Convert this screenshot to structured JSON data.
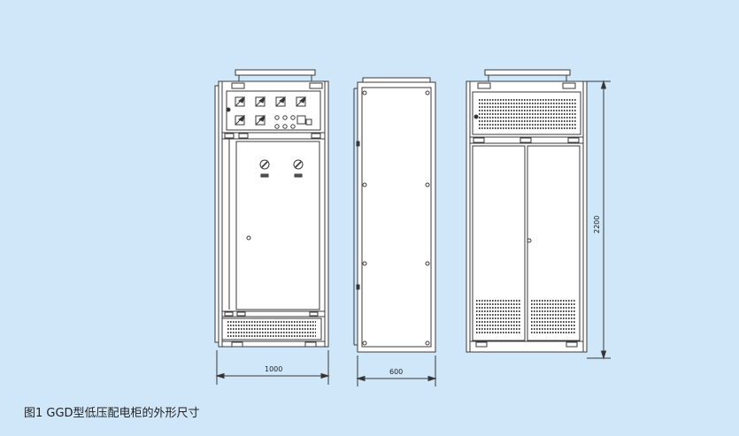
{
  "caption": "图1 GGD型低压配电柜的外形尺寸",
  "dimensions": {
    "front_width": "1000",
    "side_depth": "600",
    "height": "2200"
  },
  "colors": {
    "background": "#cfe7f8",
    "line": "#3a3a3a",
    "panel": "#ffffff"
  }
}
